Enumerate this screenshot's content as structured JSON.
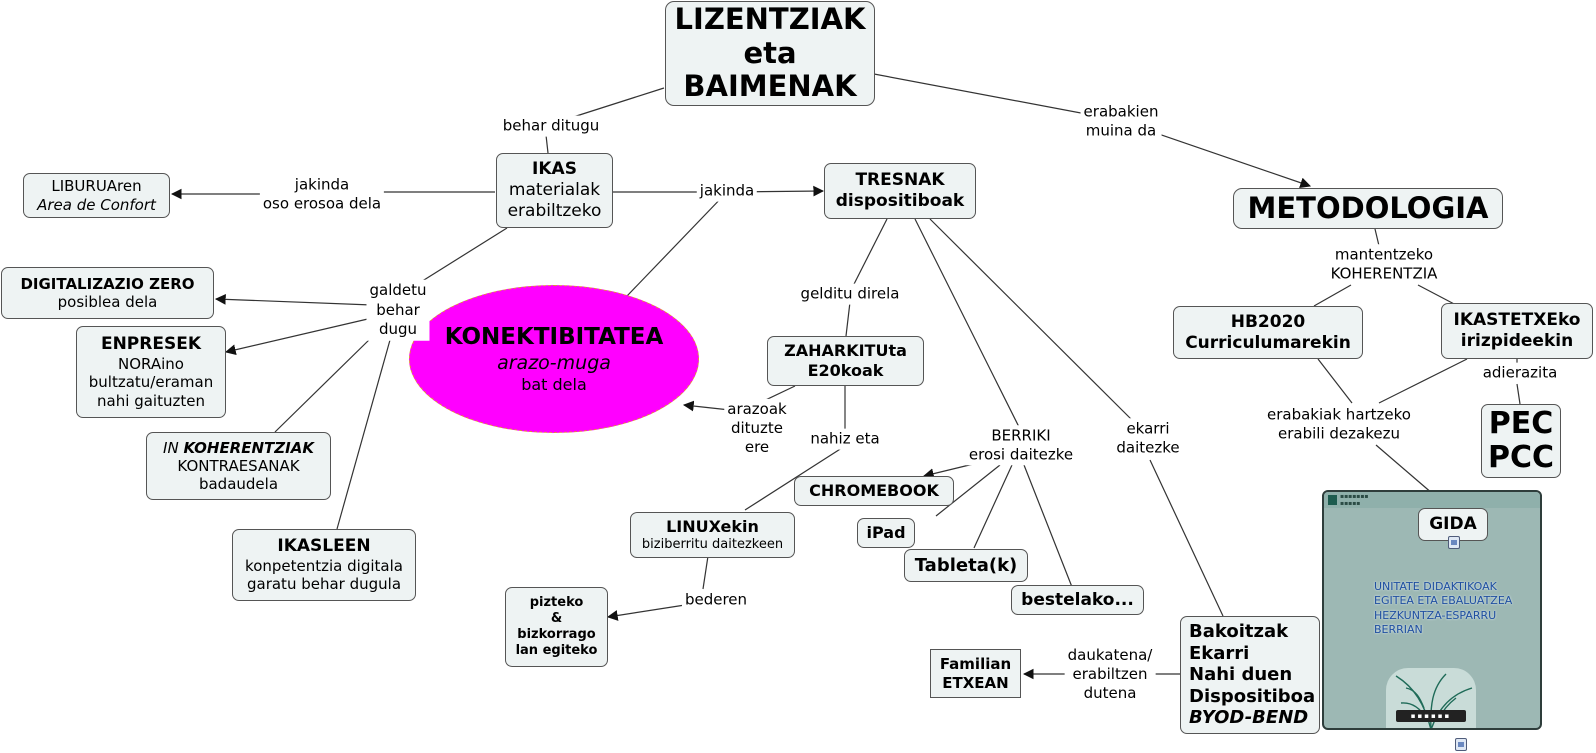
{
  "nodes": {
    "lizentziak": [
      "LIZENTZIAK",
      "eta",
      "BAIMENAK"
    ],
    "ikas": [
      "IKAS",
      "materialak",
      "erabiltzeko"
    ],
    "liburua": [
      "LIBURUAren",
      "Area de Confort"
    ],
    "tresnak": [
      "TRESNAK",
      "dispositiboak"
    ],
    "metodologia": "METODOLOGIA",
    "digitalizazio": [
      "DIGITALIZAZIO ZERO",
      "posiblea dela"
    ],
    "enpresek": [
      "ENPRESEK",
      "NORAino",
      "bultzatu/eraman",
      "nahi gaituzten"
    ],
    "koherentziak": [
      "IN",
      "KOHERENTZIAK",
      "KONTRAESANAK",
      "badaudela"
    ],
    "ikasleen": [
      "IKASLEEN",
      "konpetentzia digitala",
      "garatu behar dugula"
    ],
    "konektibitatea": [
      "KONEKTIBITATEA",
      "arazo-muga",
      "bat dela"
    ],
    "zaharkitu": [
      "ZAHARKITUta",
      "E20koak"
    ],
    "linux": [
      "LINUXekin",
      "biziberritu daitezkeen"
    ],
    "pizteko": [
      "pizteko",
      "&",
      "bizkorrago",
      "lan egiteko"
    ],
    "chromebook": "CHROMEBOOK",
    "ipad": "iPad",
    "tableta": "Tableta(k)",
    "bestelako": "bestelako...",
    "bakoitzak": [
      "Bakoitzak",
      "Ekarri",
      "Nahi duen",
      "Dispositiboa",
      "BYOD-BEND"
    ],
    "familian": [
      "Familian",
      "ETXEAN"
    ],
    "hb2020": [
      "HB2020",
      "Curriculumarekin"
    ],
    "ikastetxeko": [
      "IKASTETXEko",
      "irizpideekin"
    ],
    "pec": [
      "PEC",
      "PCC"
    ],
    "gida": "GIDA"
  },
  "labels": {
    "behar_ditugu": "behar ditugu",
    "erabakien": [
      "erabakien",
      "muina da"
    ],
    "jakinda_oso": [
      "jakinda",
      "oso erosoa dela"
    ],
    "jakinda": "jakinda",
    "galdetu": [
      "galdetu",
      "behar",
      "dugu"
    ],
    "mantentzeko": [
      "mantentzeko",
      "KOHERENTZIA"
    ],
    "gelditu": "gelditu direla",
    "arazoak": [
      "arazoak",
      "dituzte",
      "ere"
    ],
    "nahiz": "nahiz eta",
    "berriki": [
      "BERRIKI",
      "erosi daitezke"
    ],
    "ekarri": [
      "ekarri",
      "daitezke"
    ],
    "bederen": "bederen",
    "daukatena": [
      "daukatena/",
      "erabiltzen",
      "dutena"
    ],
    "adierazita": "adierazita",
    "erabakiak": [
      "erabakiak hartzeko",
      "erabili dezakezu"
    ]
  },
  "gida_document": {
    "text": [
      "UNITATE DIDAKTIKOAK",
      "EGITEA ETA EBALUATZEA",
      "HEZKUNTZA-ESPARRU",
      "BERRIAN"
    ]
  },
  "colors": {
    "node_fill": "#eef3f3",
    "node_border": "#555555",
    "oval_fill": "#ff00ff",
    "oval_border": "#e08a3a",
    "line": "#333333",
    "panel_fill": "#9db8b4"
  }
}
